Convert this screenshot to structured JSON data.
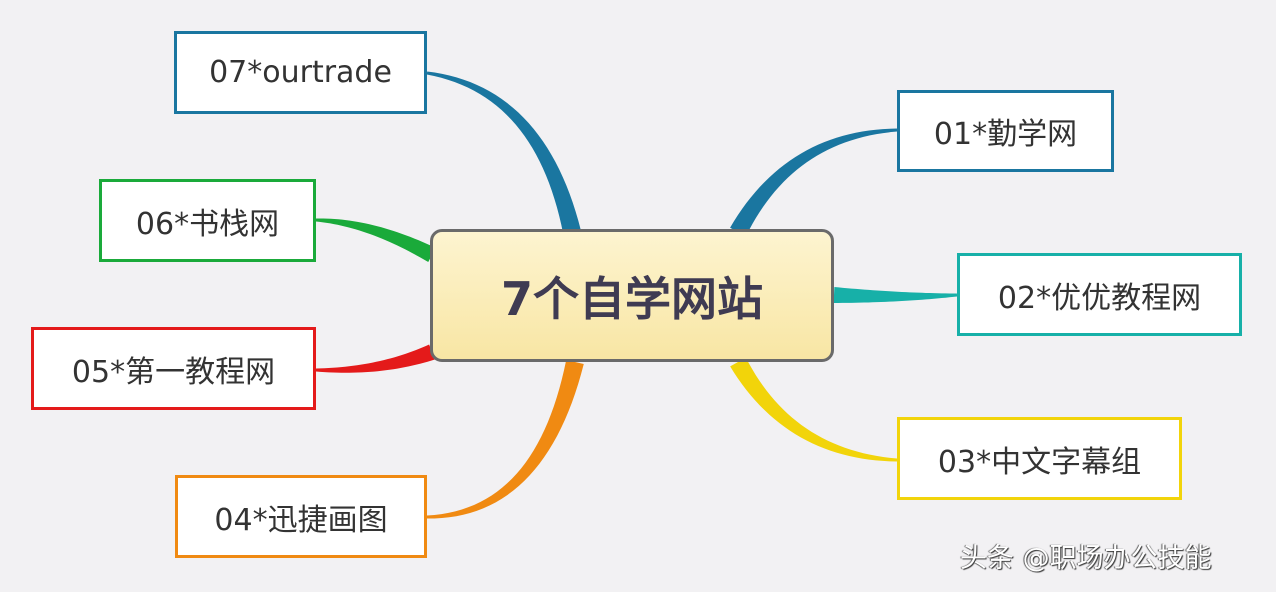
{
  "center": {
    "label": "7个自学网站",
    "color": "#f8e6a4"
  },
  "nodes": [
    {
      "id": "n01",
      "label": "01*勤学网",
      "color": "#1a76a0"
    },
    {
      "id": "n02",
      "label": "02*优优教程网",
      "color": "#17b0a8"
    },
    {
      "id": "n03",
      "label": "03*中文字幕组",
      "color": "#f2d40a"
    },
    {
      "id": "n04",
      "label": "04*迅捷画图",
      "color": "#f08a12"
    },
    {
      "id": "n05",
      "label": "05*第一教程网",
      "color": "#e41a1a"
    },
    {
      "id": "n06",
      "label": "06*书栈网",
      "color": "#1aaa3a"
    },
    {
      "id": "n07",
      "label": "07*ourtrade",
      "color": "#1a76a0"
    }
  ],
  "watermark": "头条 @职场办公技能"
}
